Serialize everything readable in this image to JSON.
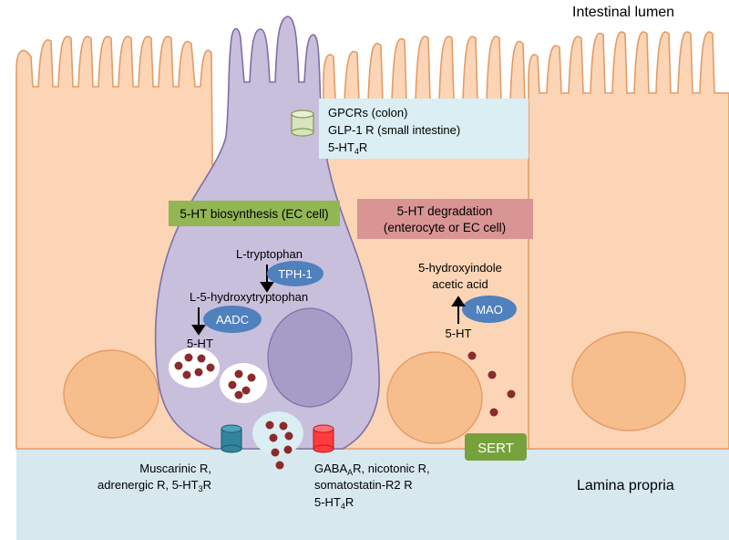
{
  "labels": {
    "intestinal_lumen": "Intestinal lumen",
    "lamina_propria": "Lamina propria",
    "receptors_box": {
      "line1": "GPCRs (colon)",
      "line2": "GLP-1 R (small intestine)",
      "line3_main": "5-HT",
      "line3_sub": "4",
      "line3_tail": "R"
    },
    "biosynthesis_box": "5-HT biosynthesis (EC cell)",
    "degradation_box": {
      "line1": "5-HT degradation",
      "line2": "(enterocyte or EC cell)"
    },
    "l_tryptophan": "L-tryptophan",
    "l5htp": "L-5-hydroxytryptophan",
    "ht_left": "5-HT",
    "ht_right": "5-HT",
    "hiaa_line1": "5-hydroxyindole",
    "hiaa_line2": "acetic acid",
    "basal_left": {
      "line1": "Muscarinic R,",
      "line2_main": "adrenergic R, 5-HT",
      "line2_sub": "3",
      "line2_tail": "R"
    },
    "basal_right": {
      "line1_main": "GABA",
      "line1_sub": "A",
      "line1_tail": "R, nicotonic R,",
      "line2": "somatostatin-R2 R",
      "line3_main": "5-HT",
      "line3_sub": "4",
      "line3_tail": "R"
    }
  },
  "enzymes": {
    "tph1": "TPH-1",
    "aadc": "AADC",
    "mao": "MAO",
    "sert": "SERT"
  },
  "colors": {
    "enterocyte": "#fbd5b5",
    "cell_border": "#e49b66",
    "nucleus": "#f6be8c",
    "ec_cell": "#c8bfdd",
    "ec_border": "#7f6fa6",
    "ec_nucleus": "#a79bc8",
    "lamina": "#d7e8ef",
    "enzyme": "#4f81bd",
    "biosynthesis": "#93b654",
    "degradation": "#d99594",
    "receptor_box": "#daeef3",
    "sert": "#77a13d",
    "granule": "#8b2a2a",
    "receptor_green": "#d7e4bd",
    "receptor_teal": "#31849b",
    "receptor_red": "#ff3b3b"
  }
}
